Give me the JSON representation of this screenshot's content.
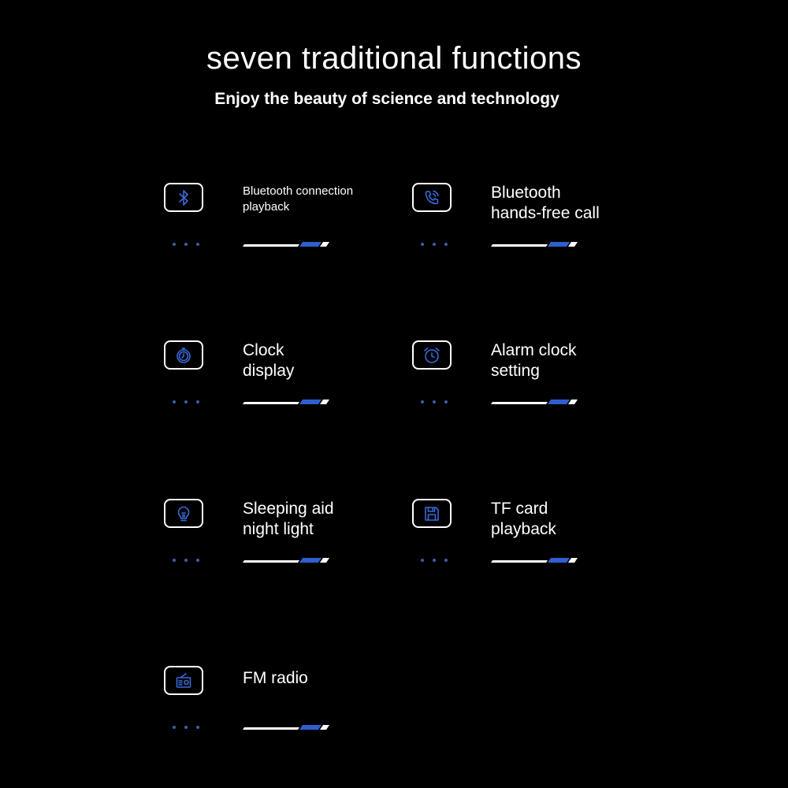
{
  "header": {
    "title": "seven traditional functions",
    "subtitle": "Enjoy the beauty of science and technology"
  },
  "colors": {
    "background": "#000000",
    "text": "#ffffff",
    "accent": "#2f5fcf",
    "dots": "#3f5fa8"
  },
  "features": [
    {
      "icon": "bluetooth-icon",
      "line1": "Bluetooth connection",
      "line2": "playback"
    },
    {
      "icon": "phone-call-icon",
      "line1": "Bluetooth",
      "line2": "hands-free call"
    },
    {
      "icon": "clock-icon",
      "line1": "Clock",
      "line2": "display"
    },
    {
      "icon": "alarm-clock-icon",
      "line1": "Alarm clock",
      "line2": "setting"
    },
    {
      "icon": "light-bulb-icon",
      "line1": "Sleeping aid",
      "line2": "night light"
    },
    {
      "icon": "sd-card-icon",
      "line1": "TF card",
      "line2": "playback"
    },
    {
      "icon": "radio-icon",
      "line1": "FM radio",
      "line2": ""
    }
  ]
}
